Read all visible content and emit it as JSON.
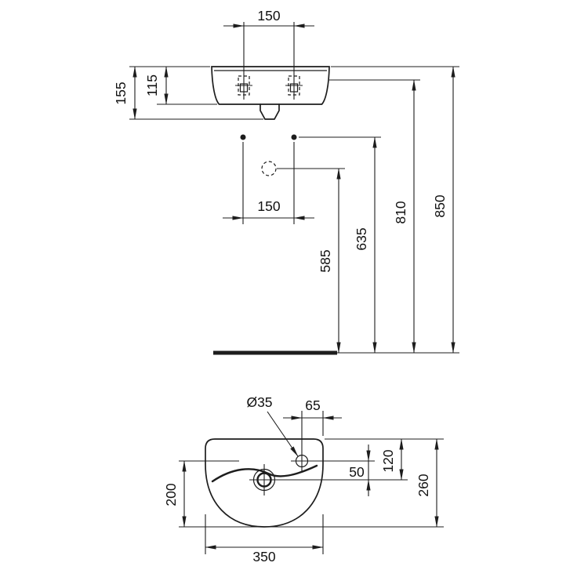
{
  "colors": {
    "background": "#ffffff",
    "line": "#1d1d1d",
    "text": "#111111"
  },
  "front_view": {
    "tap_hole_spacing": "150",
    "height_total": "155",
    "height_body": "115",
    "fixing_hole_spacing": "150",
    "waste_outlet_height": "585",
    "fixing_holes_height": "635",
    "underside_height": "810",
    "rim_height": "850"
  },
  "plan_view": {
    "tap_hole_diameter": "Ø35",
    "tap_hole_from_edge": "65",
    "drain_from_back": "120",
    "tap_to_drain": "50",
    "depth": "260",
    "front_to_tap": "200",
    "width": "350"
  }
}
